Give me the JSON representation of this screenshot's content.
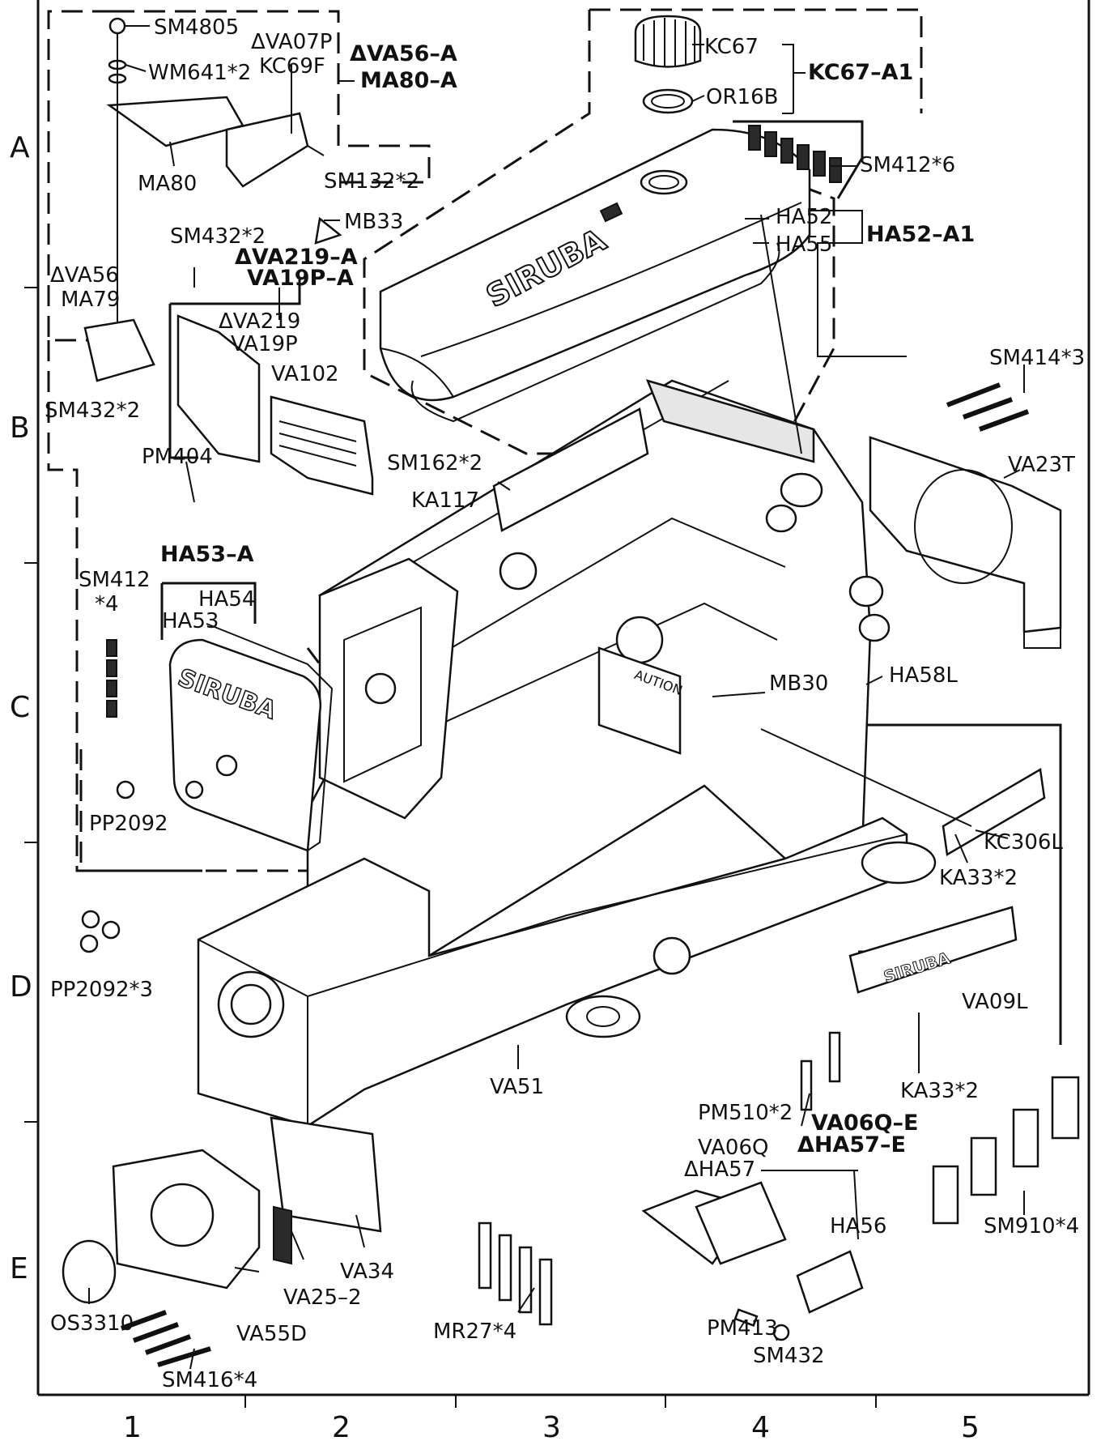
{
  "grid_rows": [
    "A",
    "B",
    "C",
    "D",
    "E"
  ],
  "grid_cols": [
    "1",
    "2",
    "3",
    "4",
    "5"
  ],
  "logo_text": "SIRUBA",
  "sign_text": "AUTION",
  "labels": {
    "sm4805": "SM4805",
    "wm641": "WM641*2",
    "va07p": "ΔVA07P",
    "kc69f": "KC69F",
    "va56a": "ΔVA56–A",
    "ma80a": "MA80–A",
    "ma80": "MA80",
    "sm132": "SM132*2",
    "mb33": "MB33",
    "sm432_2_top": "SM432*2",
    "va219a": "ΔVA219–A",
    "va19pa": "VA19P–A",
    "va56": "ΔVA56",
    "ma79": "MA79",
    "va219": "ΔVA219",
    "va19p": "VA19P",
    "sm432_2_left": "SM432*2",
    "va102": "VA102",
    "sm162": "SM162*2",
    "pm404": "PM404",
    "ka117": "KA117",
    "kc67": "KC67",
    "kc67a1": "KC67–A1",
    "or16b": "OR16B",
    "sm412_6": "SM412*6",
    "ha52": "HA52",
    "ha52a1": "HA52–A1",
    "ha55": "HA55",
    "sm414": "SM414*3",
    "va23t": "VA23T",
    "ha53a": "HA53–A",
    "sm412": "SM412",
    "sm412_qty": "*4",
    "ha54": "HA54",
    "ha53": "HA53",
    "pp2092": "PP2092",
    "mb30": "MB30",
    "ha58l": "HA58L",
    "kc306l": "KC306L",
    "ka33_top": "KA33*2",
    "pp2092_3": "PP2092*3",
    "va09l": "VA09L",
    "ka33_bottom": "KA33*2",
    "va51": "VA51",
    "pm510": "PM510*2",
    "va06qe": "VA06Q–E",
    "ha57e": "ΔHA57–E",
    "va06q": "VA06Q",
    "ha57": "ΔHA57",
    "ha56": "HA56",
    "sm910": "SM910*4",
    "va34": "VA34",
    "va25": "VA25–2",
    "os3310": "OS3310",
    "va55d": "VA55D",
    "mr27": "MR27*4",
    "pm413": "PM413",
    "sm432": "SM432",
    "sm416": "SM416*4"
  }
}
